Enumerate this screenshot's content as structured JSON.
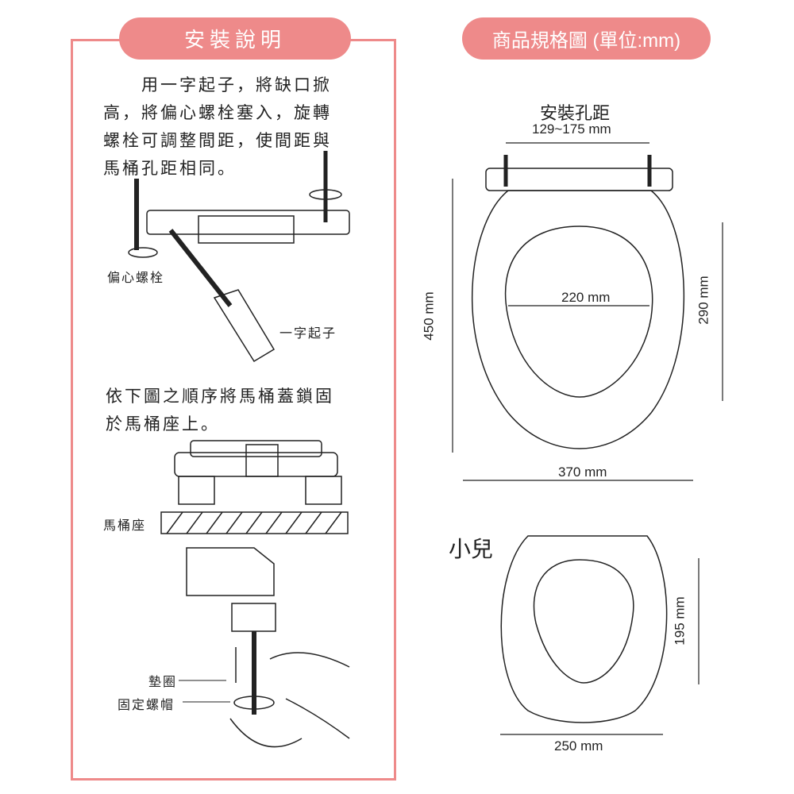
{
  "left": {
    "title": "安裝說明",
    "instruction1": [
      "　　用一字起子，將缺口掀",
      "高，將偏心螺栓塞入，旋轉",
      "螺栓可調整間距，使間距與",
      "馬桶孔距相同。"
    ],
    "label_eccentric_bolt": "偏心螺栓",
    "label_screwdriver": "一字起子",
    "instruction2": [
      "依下圖之順序將馬桶蓋鎖固",
      "於馬桶座上。"
    ],
    "label_toilet_seat": "馬桶座",
    "label_washer": "墊圈",
    "label_nut": "固定螺帽"
  },
  "right": {
    "title": "商品規格圖 (單位:mm)",
    "hole_label": "安裝孔距",
    "hole_spacing": "129~175 mm",
    "inner_width": "220 mm",
    "length": "450 mm",
    "inner_length": "290 mm",
    "width": "370 mm",
    "kids_label": "小兒",
    "kids_length": "195 mm",
    "kids_width": "250 mm"
  }
}
